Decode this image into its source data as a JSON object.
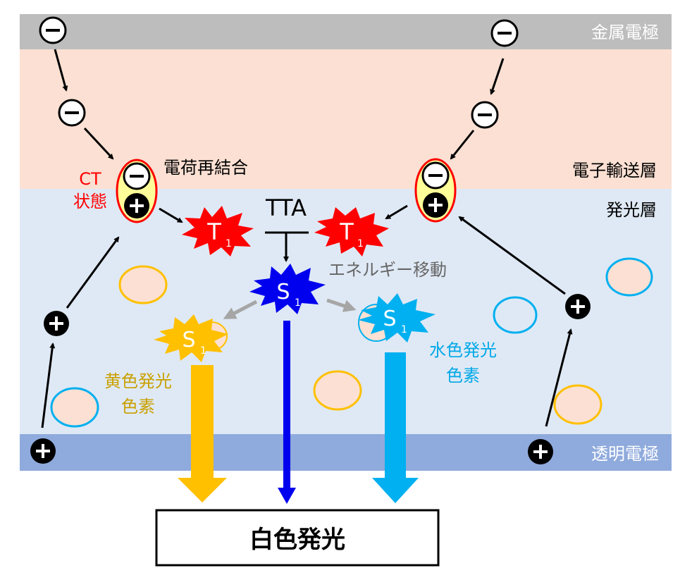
{
  "layers": {
    "metal_electrode": "金属電極",
    "electron_transport": "電子輸送層",
    "emission_layer": "発光層",
    "transparent_electrode": "透明電極"
  },
  "labels": {
    "recombination": "電荷再結合",
    "ct_state_line1": "CT",
    "ct_state_line2": "状態",
    "tta": "TTA",
    "energy_transfer": "エネルギー移動",
    "yellow_dye_line1": "黄色発光",
    "yellow_dye_line2": "色素",
    "cyan_dye_line1": "水色発光",
    "cyan_dye_line2": "色素",
    "white_emission": "白色発光"
  },
  "states": {
    "triplet": "T",
    "singlet": "S",
    "subscript": "1"
  },
  "charges": {
    "electron": "−",
    "hole": "+"
  },
  "colors": {
    "metal": "#bdbdbd",
    "etl": "#fbe0d3",
    "eml": "#dfe9f5",
    "ito": "#8faadc",
    "red_state": "#ff0000",
    "blue_state": "#0000ee",
    "yellow_state": "#ffc000",
    "cyan_state": "#00b0f0",
    "ct_fill": "#ffff99",
    "ct_stroke": "#ff0000",
    "yellow_text": "#c9a000",
    "cyan_text": "#00a8e8",
    "gray_text": "#666666"
  }
}
